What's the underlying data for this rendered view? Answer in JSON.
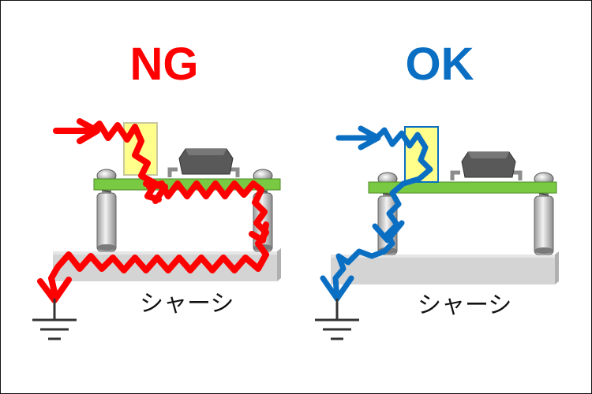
{
  "ng_panel": {
    "title": "NG",
    "chassis_label": "シャーシ"
  },
  "ok_panel": {
    "title": "OK",
    "chassis_label": "シャーシ"
  },
  "colors": {
    "ng": "#ff0000",
    "ok": "#0a6fc2",
    "pcb": "#7ac943",
    "chassis": "#cfcfcf",
    "component_highlight": "#ffff8c",
    "ic_body": "#595959"
  },
  "icons": [
    "ground-symbol-icon",
    "screw-icon",
    "ic-chip-icon",
    "noise-arrow-icon"
  ]
}
